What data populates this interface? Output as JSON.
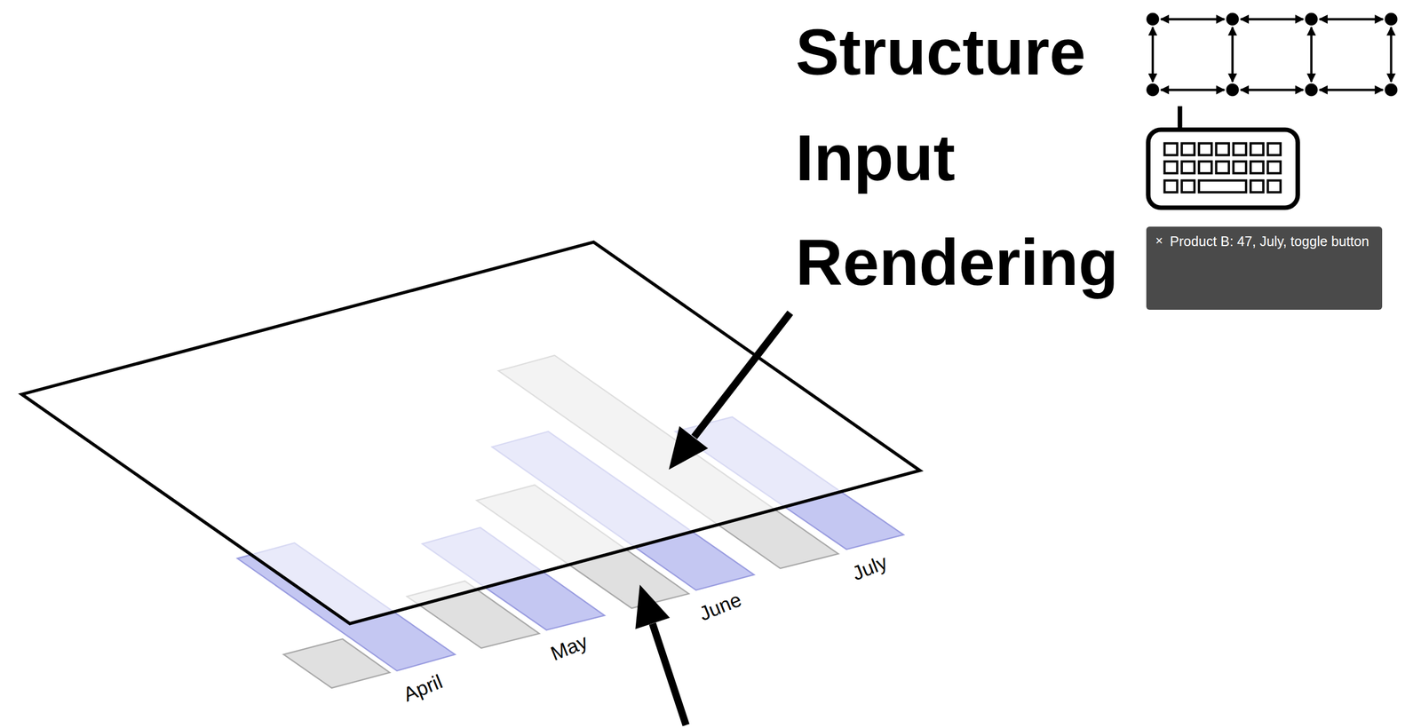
{
  "diagram": {
    "nodes": [
      {
        "text": [
          "×",
          "Product B: 47, July, toggle button"
        ]
      }
    ],
    "labels": [
      "Structure",
      "Input",
      "Rendering",
      "April",
      "May",
      "June",
      "July"
    ]
  }
}
